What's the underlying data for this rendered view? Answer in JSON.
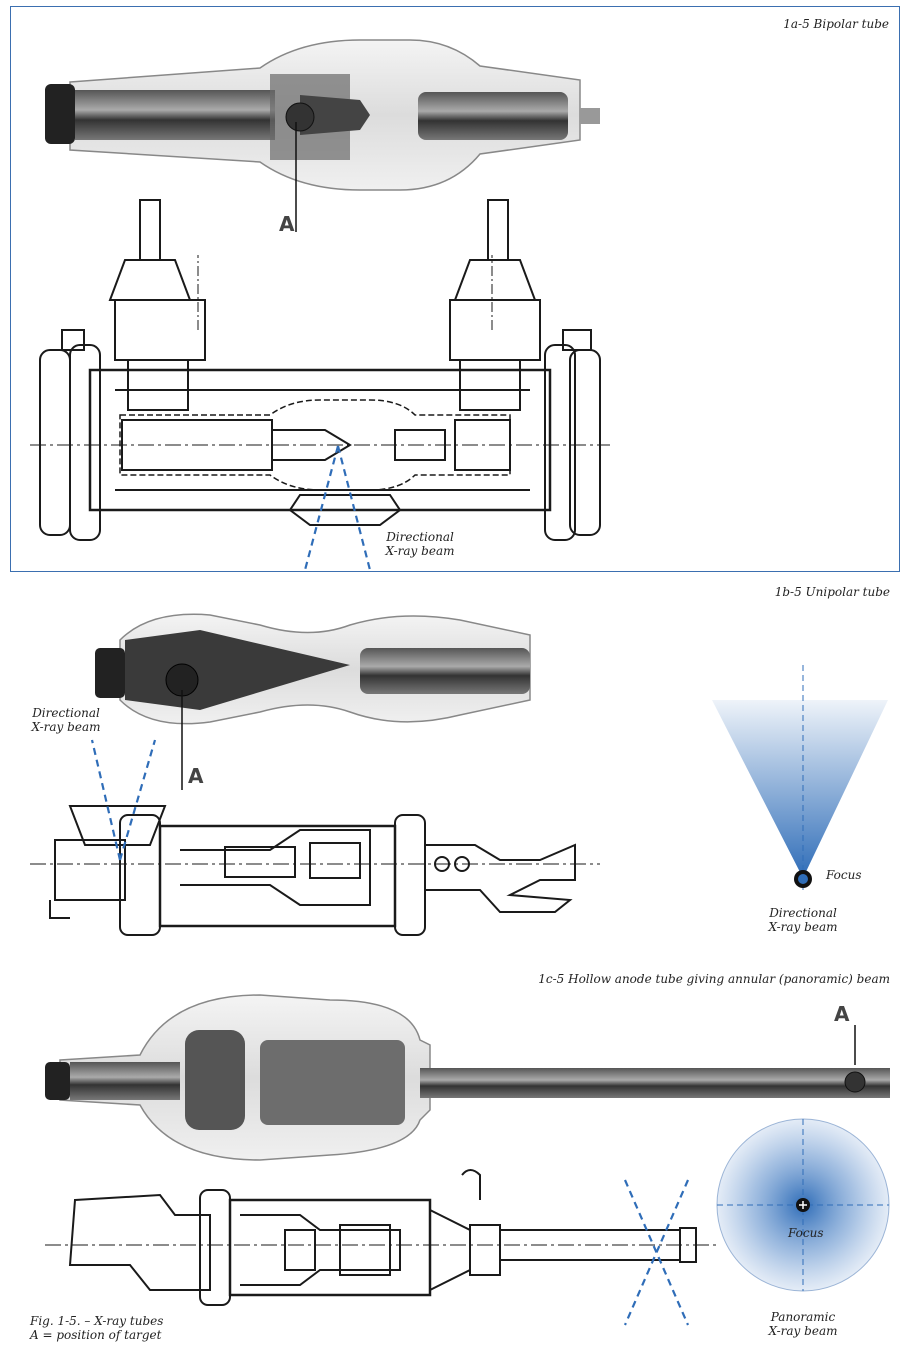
{
  "panels": {
    "bipolar": {
      "caption": "1a-5 Bipolar tube",
      "target_letter": "A",
      "beam_label_1": "Directional",
      "beam_label_2": "X-ray beam"
    },
    "unipolar": {
      "caption": "1b-5 Unipolar tube",
      "target_letter": "A",
      "beam_label_1": "Directional",
      "beam_label_2": "X-ray beam",
      "focus_label": "Focus",
      "cone_label_1": "Directional",
      "cone_label_2": "X-ray beam"
    },
    "hollow": {
      "caption": "1c-5 Hollow anode tube giving annular (panoramic) beam",
      "target_letter": "A",
      "focus_label": "Focus",
      "beam_label_1": "Panoramic",
      "beam_label_2": "X-ray beam"
    }
  },
  "figure": {
    "title": "Fig. 1-5. – X-ray tubes",
    "legend": "A = position of target"
  },
  "colors": {
    "frame": "#3b6fb0",
    "beam": "#2f6db8",
    "line": "#1a1a1a",
    "glass": "#e8e8e8"
  }
}
